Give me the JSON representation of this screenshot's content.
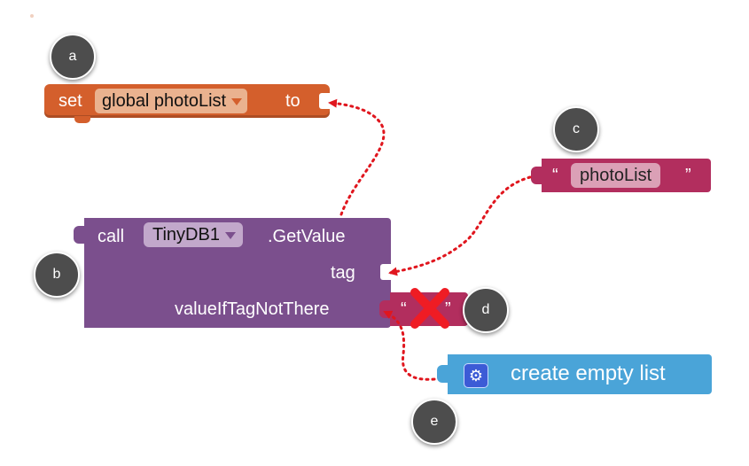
{
  "blocks": {
    "set_global": {
      "set_label": "set",
      "variable": "global photoList",
      "to_label": "to",
      "color": "#d45f2c"
    },
    "photo_text": {
      "open_quote": "“",
      "value": "photoList",
      "close_quote": "”",
      "color": "#b22e5e"
    },
    "call_getvalue": {
      "call_label": "call",
      "component": "TinyDB1",
      "method": ".GetValue",
      "tag_label": "tag",
      "value_label": "valueIfTagNotThere",
      "color": "#7b4f8d"
    },
    "empty_text": {
      "open_quote": "“",
      "close_quote": "”",
      "status": "removed"
    },
    "create_list": {
      "icon": "gear-icon",
      "label": "create empty list",
      "color": "#4aa4d8"
    }
  },
  "callouts": [
    "a",
    "b",
    "c",
    "d",
    "e"
  ],
  "colors": {
    "arrow": "#e0161e",
    "callout": "#4d4d4d"
  }
}
